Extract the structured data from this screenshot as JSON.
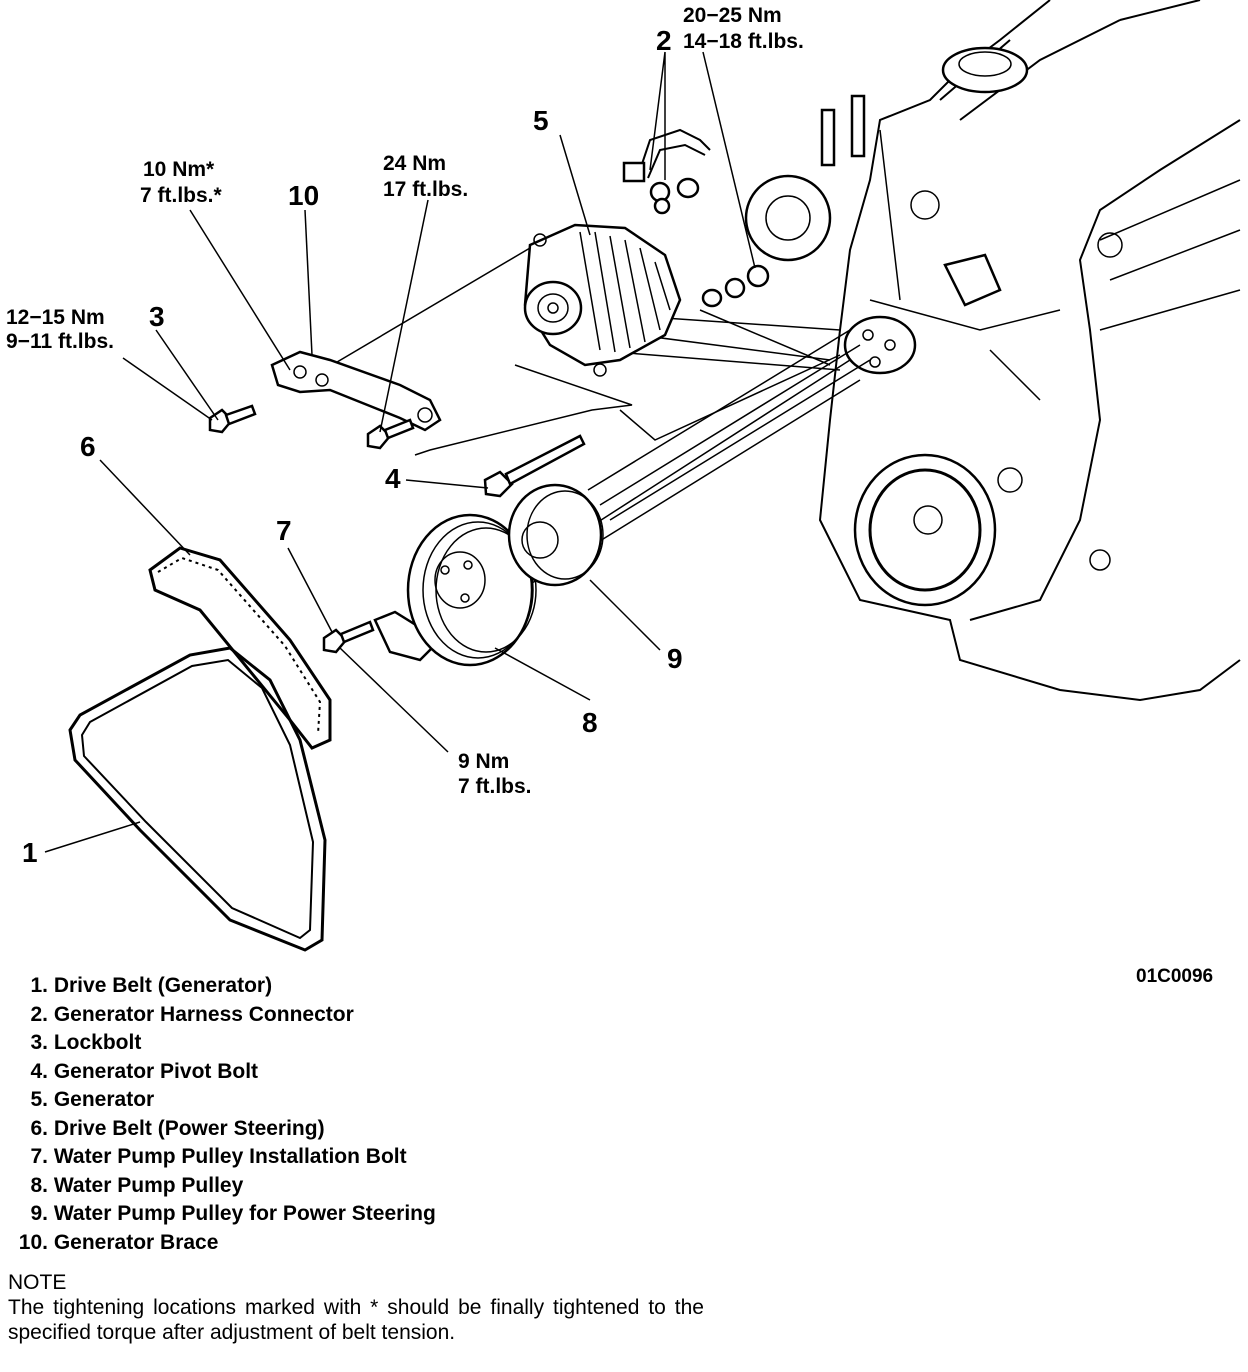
{
  "diagram": {
    "callouts": [
      "1",
      "2",
      "3",
      "4",
      "5",
      "6",
      "7",
      "8",
      "9",
      "10"
    ],
    "torques": {
      "t_conn_nm": "20−25 Nm",
      "t_conn_ft": "14−18 ft.lbs.",
      "t_brace_nm": "10 Nm*",
      "t_brace_ft": "7 ft.lbs.*",
      "t_brace_bolt_nm": "24 Nm",
      "t_brace_bolt_ft": "17 ft.lbs.",
      "t_lock_nm": "12−15 Nm",
      "t_lock_ft": "9−11 ft.lbs.",
      "t_pump_nm": "9 Nm",
      "t_pump_ft": "7 ft.lbs."
    },
    "figure_code": "01C0096"
  },
  "legend": [
    {
      "num": "1.",
      "text": "Drive Belt (Generator)"
    },
    {
      "num": "2.",
      "text": "Generator Harness Connector"
    },
    {
      "num": "3.",
      "text": "Lockbolt"
    },
    {
      "num": "4.",
      "text": "Generator Pivot Bolt"
    },
    {
      "num": "5.",
      "text": "Generator"
    },
    {
      "num": "6.",
      "text": "Drive Belt (Power Steering)"
    },
    {
      "num": "7.",
      "text": "Water Pump Pulley Installation Bolt"
    },
    {
      "num": "8.",
      "text": "Water Pump Pulley"
    },
    {
      "num": "9.",
      "text": "Water Pump Pulley for Power Steering"
    },
    {
      "num": "10.",
      "text": "Generator Brace"
    }
  ],
  "note": {
    "title": "NOTE",
    "text": "The tightening locations marked with * should be finally tightened to the specified torque after adjustment of belt tension."
  }
}
